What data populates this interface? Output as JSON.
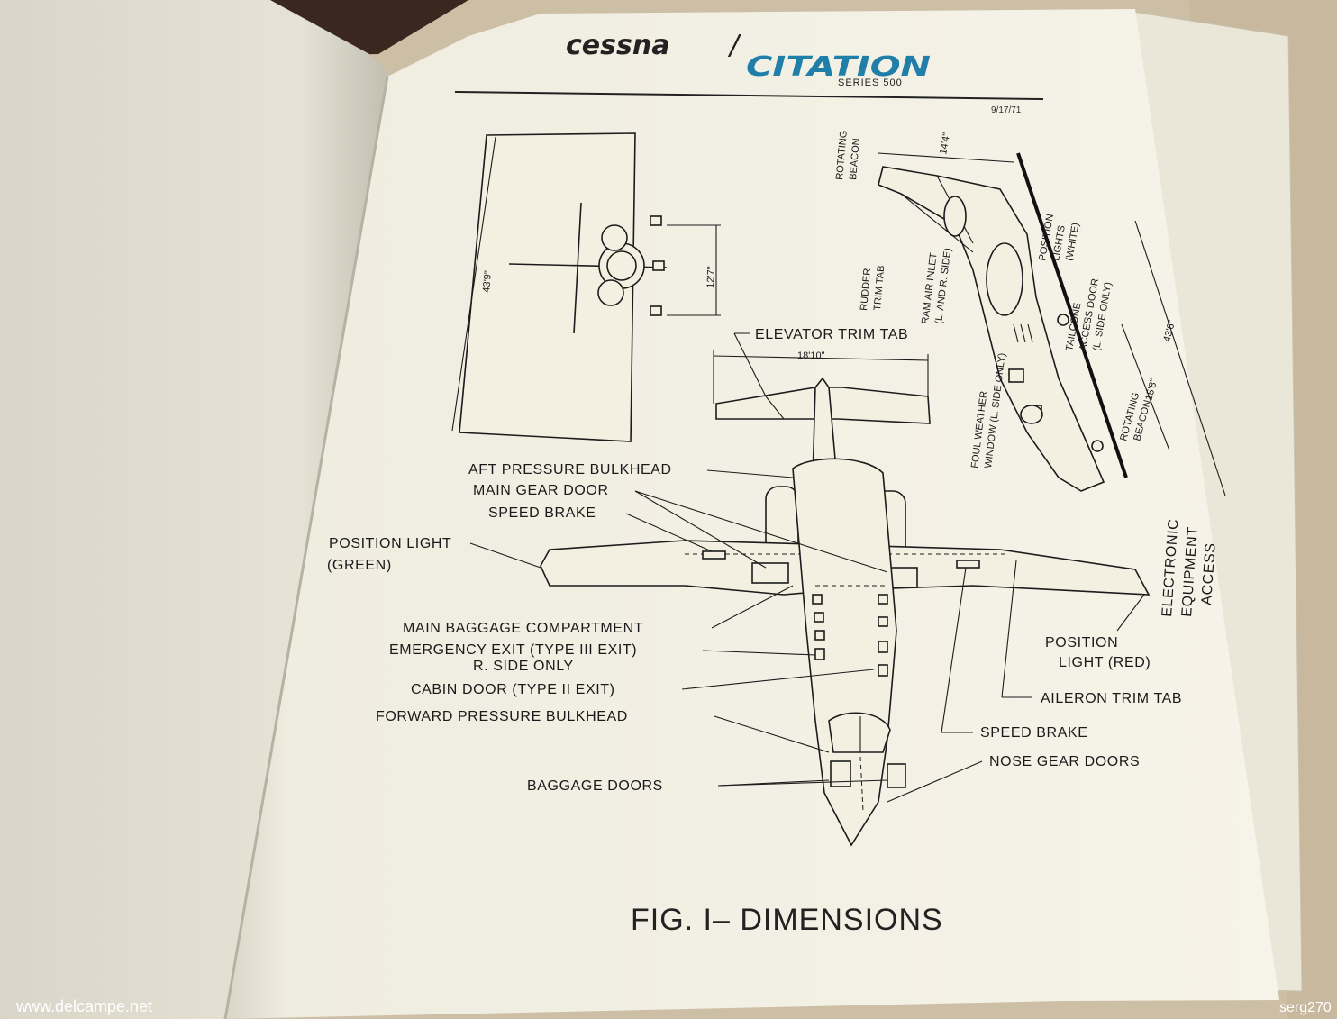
{
  "header": {
    "brand_left": "cessna",
    "brand_right": "CITATION",
    "series": "SERIES 500",
    "date": "9/17/71"
  },
  "figure_title": "FIG. I– DIMENSIONS",
  "dimensions": {
    "front_span": "43'9\"",
    "front_height": "12'7\"",
    "stab_span": "18'10\"",
    "side_length": "43'6\"",
    "side_height": "15'8\"",
    "side_top": "14'4\""
  },
  "labels": {
    "elevator_trim_tab": "ELEVATOR TRIM TAB",
    "aft_pressure_bulkhead": "AFT PRESSURE BULKHEAD",
    "main_gear_door": "MAIN GEAR DOOR",
    "speed_brake_upper": "SPEED BRAKE",
    "position_light_green_1": "POSITION LIGHT",
    "position_light_green_2": "(GREEN)",
    "main_baggage": "MAIN BAGGAGE COMPARTMENT",
    "emergency_exit_1": "EMERGENCY EXIT (TYPE III EXIT)",
    "emergency_exit_2": "R. SIDE ONLY",
    "cabin_door": "CABIN DOOR (TYPE II EXIT)",
    "forward_bulkhead": "FORWARD PRESSURE BULKHEAD",
    "baggage_doors": "BAGGAGE DOORS",
    "position_light_red_1": "POSITION",
    "position_light_red_2": "LIGHT (RED)",
    "aileron_trim_tab": "AILERON TRIM TAB",
    "speed_brake_lower": "SPEED BRAKE",
    "nose_gear_doors": "NOSE GEAR DOORS",
    "electronic_1": "ELECTRONIC",
    "electronic_2": "EQUIPMENT",
    "electronic_3": "ACCESS",
    "rotating_beacon_top_1": "ROTATING",
    "rotating_beacon_top_2": "BEACON",
    "rudder_trim_1": "RUDDER",
    "rudder_trim_2": "TRIM TAB",
    "ram_air_1": "RAM AIR INLET",
    "ram_air_2": "(L. AND R. SIDE)",
    "foul_weather_1": "FOUL WEATHER",
    "foul_weather_2": "WINDOW (L. SIDE ONLY)",
    "rotating_beacon_low_1": "ROTATING",
    "rotating_beacon_low_2": "BEACON",
    "position_lights_white_1": "POSITION",
    "position_lights_white_2": "LIGHTS",
    "position_lights_white_3": "(WHITE)",
    "tailcone_1": "TAILCONE",
    "tailcone_2": "ACCESS DOOR",
    "tailcone_3": "(L. SIDE ONLY)"
  },
  "watermark": {
    "site": "www.delcampe.net",
    "user": "serg270"
  },
  "colors": {
    "page": "#f4f1e4",
    "brand_blue": "#1f7fa8",
    "ink": "#1c1c1c"
  }
}
